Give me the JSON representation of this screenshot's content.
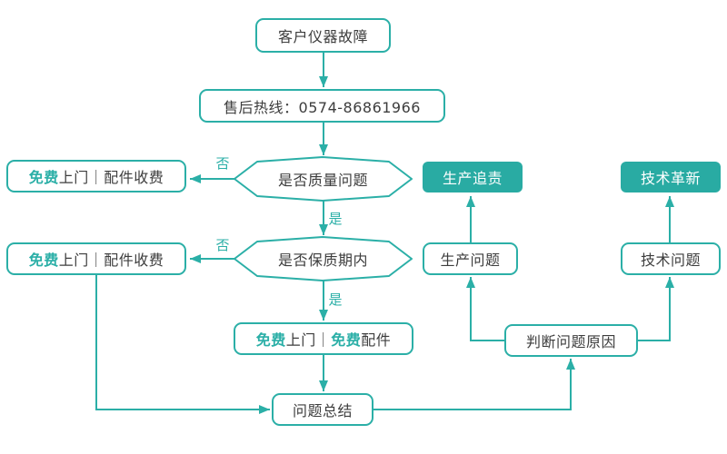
{
  "palette": {
    "teal": "#2BAFA7",
    "teal_fill": "#29ABA3",
    "text_dark": "#3D3D3D"
  },
  "nodes": {
    "fault": {
      "label": "客户仪器故障"
    },
    "hotline": {
      "label": "售后热线：0574-86861966"
    },
    "decision_quality": {
      "label": "是否质量问题"
    },
    "decision_warranty": {
      "label": "是否保质期内"
    },
    "free_paid_1": {
      "seg_accent": "免费",
      "seg_rest": "上门｜配件收费"
    },
    "free_paid_2": {
      "seg_accent": "免费",
      "seg_rest": "上门｜配件收费"
    },
    "free_free": {
      "seg_accent1": "免费",
      "seg_mid": "上门｜",
      "seg_accent2": "免费",
      "seg_rest": "配件"
    },
    "summary": {
      "label": "问题总结"
    },
    "judge": {
      "label": "判断问题原因"
    },
    "prod_issue": {
      "label": "生产问题"
    },
    "tech_issue": {
      "label": "技术问题"
    },
    "prod_trace": {
      "label": "生产追责"
    },
    "tech_innov": {
      "label": "技术革新"
    }
  },
  "edge_labels": {
    "no1": "否",
    "yes1": "是",
    "no2": "否",
    "yes2": "是"
  }
}
